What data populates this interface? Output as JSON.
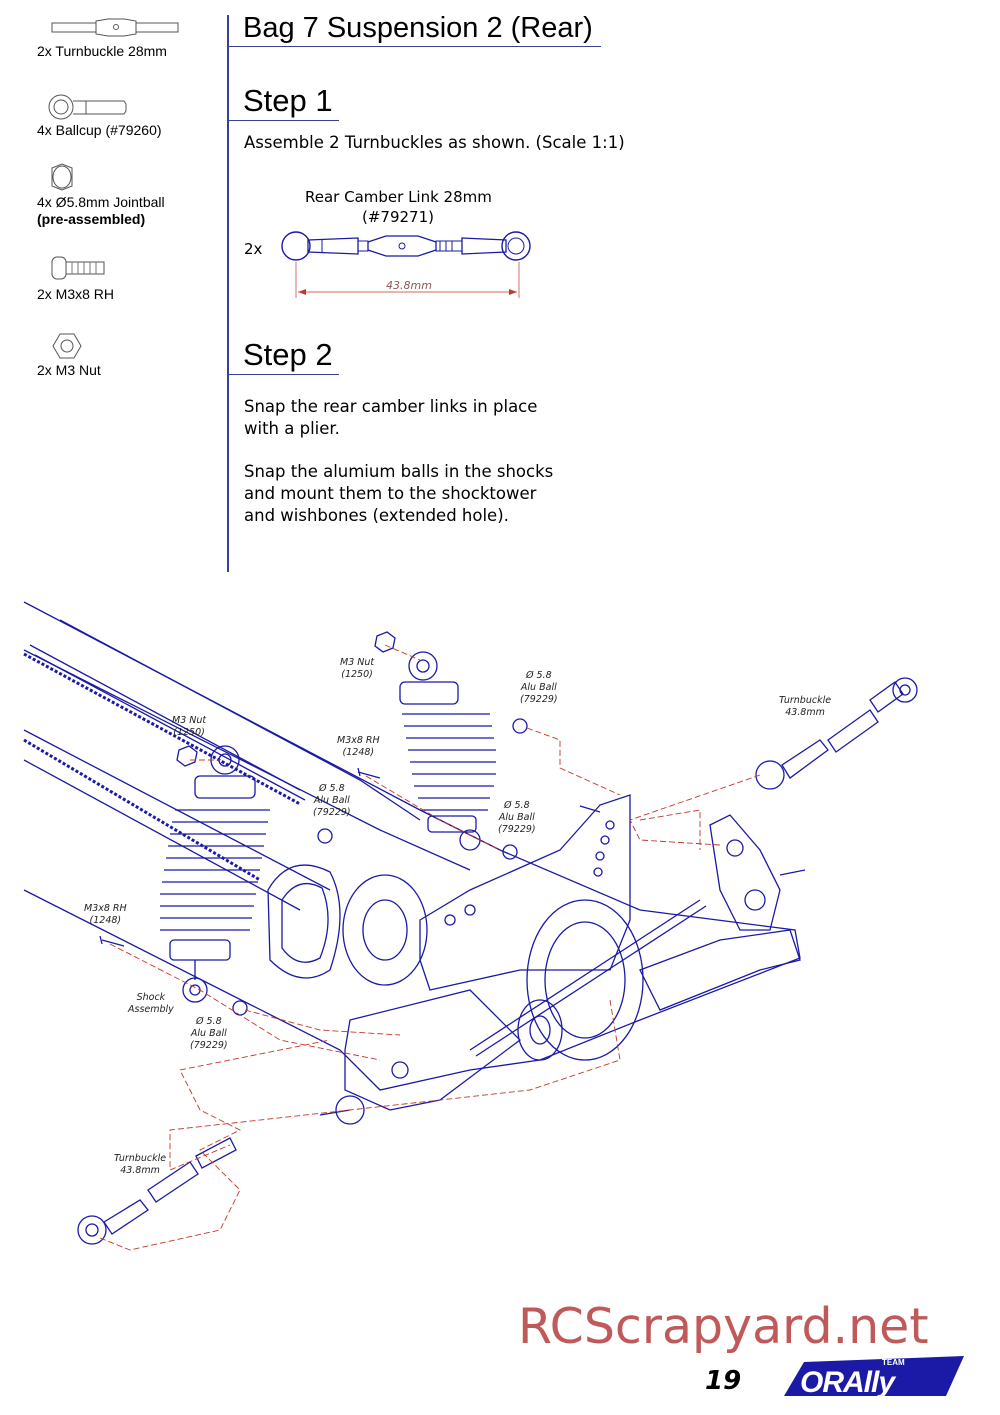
{
  "header": {
    "title": "Bag 7 Suspension 2 (Rear)"
  },
  "parts": [
    {
      "label": "2x  Turnbuckle 28mm",
      "icon": "turnbuckle-icon"
    },
    {
      "label": "4x  Ballcup (#79260)",
      "icon": "ballcup-icon"
    },
    {
      "label": "4x  Ø5.8mm Jointball",
      "sub": "(pre-assembled)",
      "icon": "jointball-icon"
    },
    {
      "label": "2x  M3x8 RH",
      "icon": "screw-icon"
    },
    {
      "label": "2x  M3 Nut",
      "icon": "nut-icon"
    }
  ],
  "step1": {
    "heading": "Step 1",
    "instruction": "Assemble 2 Turnbuckles as shown. (Scale 1:1)",
    "link_name": "Rear Camber Link 28mm",
    "link_part": "(#79271)",
    "qty": "2x",
    "dimension": "43.8mm"
  },
  "step2": {
    "heading": "Step 2",
    "lines": [
      "Snap the rear camber links in place",
      "with a plier.",
      "",
      "Snap the alumium balls in the shocks",
      "and mount them to the shocktower",
      "and wishbones (extended hole)."
    ]
  },
  "diagram_labels": [
    {
      "text": "M3 Nut",
      "sub": "(1250)"
    },
    {
      "text": "Ø 5.8",
      "sub": "Alu Ball",
      "sub2": "(79229)"
    },
    {
      "text": "Turnbuckle",
      "sub": "43.8mm"
    },
    {
      "text": "M3 Nut",
      "sub": "(1250)"
    },
    {
      "text": "M3x8 RH",
      "sub": "(1248)"
    },
    {
      "text": "Ø 5.8",
      "sub": "Alu Ball",
      "sub2": "(79229)"
    },
    {
      "text": "Ø 5.8",
      "sub": "Alu Ball",
      "sub2": "(79229)"
    },
    {
      "text": "M3x8 RH",
      "sub": "(1248)"
    },
    {
      "text": "Shock",
      "sub": "Assembly"
    },
    {
      "text": "Ø 5.8",
      "sub": "Alu Ball",
      "sub2": "(79229)"
    },
    {
      "text": "Turnbuckle",
      "sub": "43.8mm"
    }
  ],
  "footer": {
    "watermark": "RCScrapyard.net",
    "page_number": "19",
    "logo_team": "TEAM",
    "logo_text": "ORAlly"
  },
  "colors": {
    "line_blue": "#3b3f9a",
    "diagram_blue": "#1a1aa6",
    "dim_red": "#c0392b",
    "watermark": "#c05a5a"
  }
}
